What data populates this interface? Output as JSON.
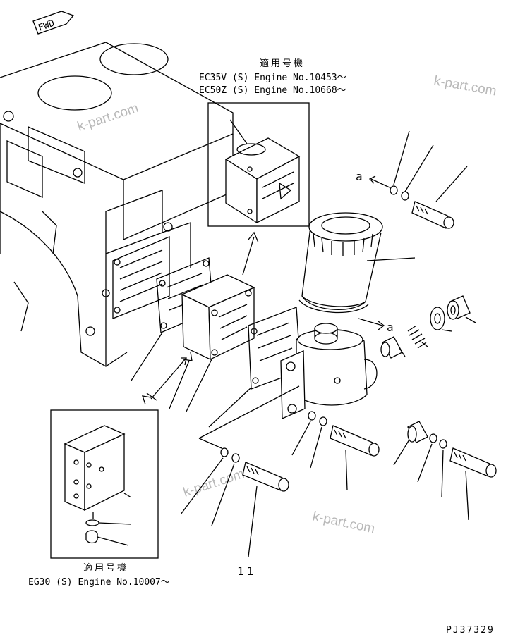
{
  "fwd_label": "FWD",
  "top_inset": {
    "heading": "適用号機",
    "lines": [
      "EC35V (S) Engine No.10453～",
      "EC50Z (S) Engine No.10668～"
    ]
  },
  "bottom_inset": {
    "heading": "適用号機",
    "lines": [
      "EG30 (S) Engine No.10007～"
    ]
  },
  "callout_a_top": "a",
  "callout_a_mid": "a",
  "part_number_label": "11",
  "drawing_code": "PJ37329",
  "watermark_text": "k-part.com",
  "colors": {
    "line": "#000000",
    "background": "#ffffff",
    "watermark": "#b8b8b8"
  }
}
